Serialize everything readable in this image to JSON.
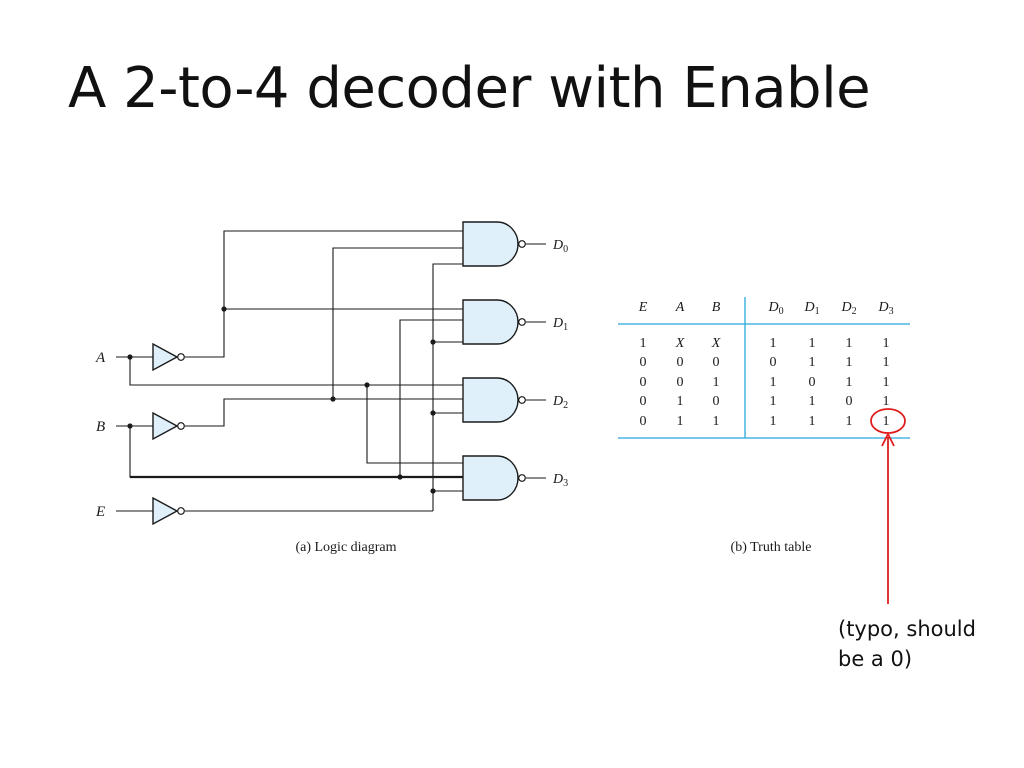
{
  "title": "A 2-to-4 decoder with Enable",
  "logic_diagram": {
    "inputs": [
      "A",
      "B",
      "E"
    ],
    "output_letter": "D",
    "outputs": [
      {
        "letter": "D",
        "sub": "0"
      },
      {
        "letter": "D",
        "sub": "1"
      },
      {
        "letter": "D",
        "sub": "2"
      },
      {
        "letter": "D",
        "sub": "3"
      }
    ],
    "caption": "(a) Logic diagram"
  },
  "truth_table": {
    "columns": [
      {
        "letter": "E",
        "sub": ""
      },
      {
        "letter": "A",
        "sub": ""
      },
      {
        "letter": "B",
        "sub": ""
      },
      {
        "letter": "D",
        "sub": "0"
      },
      {
        "letter": "D",
        "sub": "1"
      },
      {
        "letter": "D",
        "sub": "2"
      },
      {
        "letter": "D",
        "sub": "3"
      }
    ],
    "rows": [
      [
        "1",
        "X",
        "X",
        "1",
        "1",
        "1",
        "1"
      ],
      [
        "0",
        "0",
        "0",
        "0",
        "1",
        "1",
        "1"
      ],
      [
        "0",
        "0",
        "1",
        "1",
        "0",
        "1",
        "1"
      ],
      [
        "0",
        "1",
        "0",
        "1",
        "1",
        "0",
        "1"
      ],
      [
        "0",
        "1",
        "1",
        "1",
        "1",
        "1",
        "1"
      ]
    ],
    "caption": "(b) Truth table"
  },
  "annotation": {
    "line1": "(typo, should",
    "line2": "be a 0)",
    "color": "#e01e1e"
  },
  "colors": {
    "gate_fill": "#dff0fb",
    "table_rule": "#29a8dc",
    "wire": "#1a1a1a"
  }
}
